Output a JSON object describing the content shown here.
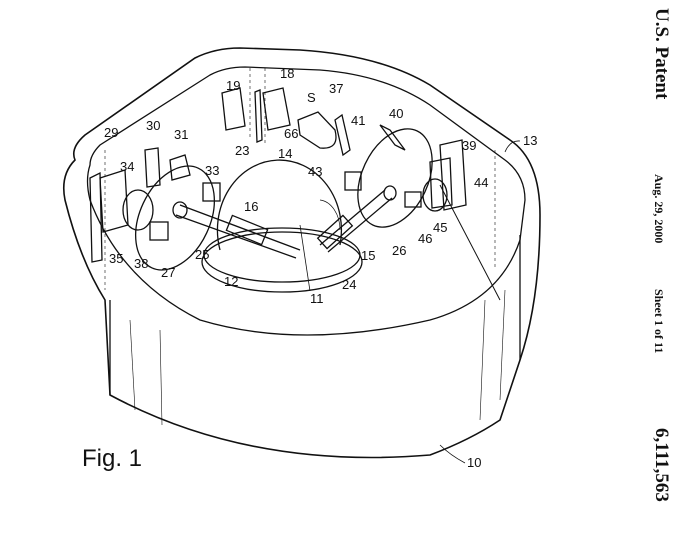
{
  "header": {
    "title": "U.S. Patent",
    "date": "Aug. 29, 2000",
    "sheet": "Sheet 1 of 11",
    "patent_number": "6,111,563"
  },
  "figure": {
    "caption": "Fig. 1",
    "labels": {
      "l10": "10",
      "l11": "11",
      "l12": "12",
      "l13": "13",
      "l14": "14",
      "l15": "15",
      "l16": "16",
      "l18": "18",
      "l19": "19",
      "l23": "23",
      "l24": "24",
      "l25": "25",
      "l26": "26",
      "l27": "27",
      "l29": "29",
      "l30": "30",
      "l31": "31",
      "l33": "33",
      "l34": "34",
      "l35": "35",
      "l37": "37",
      "l38": "38",
      "l39": "39",
      "l40": "40",
      "l41": "41",
      "l43": "43",
      "l44": "44",
      "l45": "45",
      "l46": "46",
      "l66": "66",
      "lS": "S"
    }
  }
}
